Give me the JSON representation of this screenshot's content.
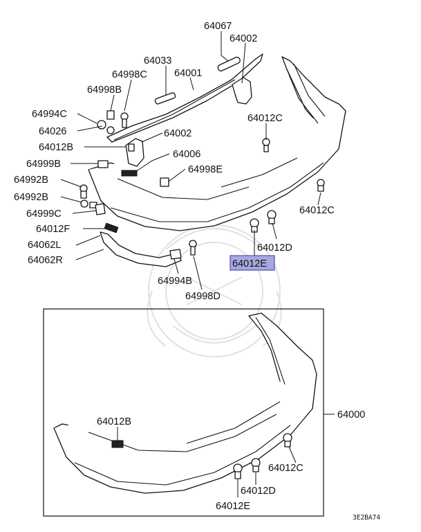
{
  "diagram_code": "3E2BA74",
  "highlight_color": "#a8a8e0",
  "labels": {
    "p64067": "64067",
    "p64002_top": "64002",
    "p64033": "64033",
    "p64998C": "64998C",
    "p64001": "64001",
    "p64998B": "64998B",
    "p64994C": "64994C",
    "p64026": "64026",
    "p64012C_top": "64012C",
    "p64002_mid": "64002",
    "p64012B_top": "64012B",
    "p64006": "64006",
    "p64999B": "64999B",
    "p64998E": "64998E",
    "p64992B_1": "64992B",
    "p64992B_2": "64992B",
    "p64012C_right": "64012C",
    "p64999C": "64999C",
    "p64012F": "64012F",
    "p64012D_top": "64012D",
    "p64062L": "64062L",
    "p64062R": "64062R",
    "p64012E_top": "64012E",
    "p64994B": "64994B",
    "p64998D": "64998D",
    "p64012B_box": "64012B",
    "p64000": "64000",
    "p64012C_box": "64012C",
    "p64012D_box": "64012D",
    "p64012E_box": "64012E"
  }
}
